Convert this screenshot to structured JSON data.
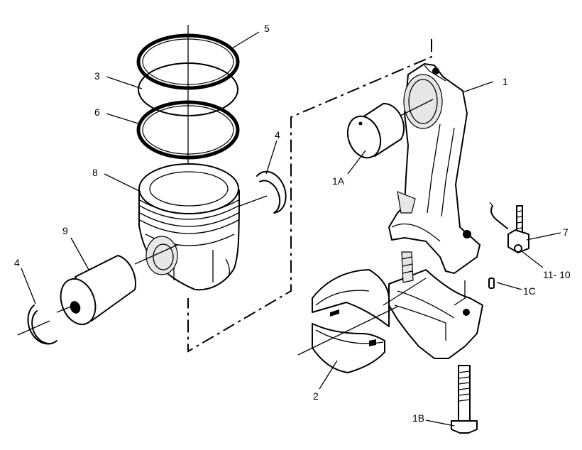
{
  "callouts": {
    "part_1": "1",
    "part_1a": "1A",
    "part_1b": "1B",
    "part_1c": "1C",
    "part_2": "2",
    "part_3": "3",
    "part_4_right": "4",
    "part_4_left": "4",
    "part_5": "5",
    "part_6": "6",
    "part_7": "7",
    "part_8": "8",
    "part_9": "9",
    "part_11_10": "11- 10"
  }
}
